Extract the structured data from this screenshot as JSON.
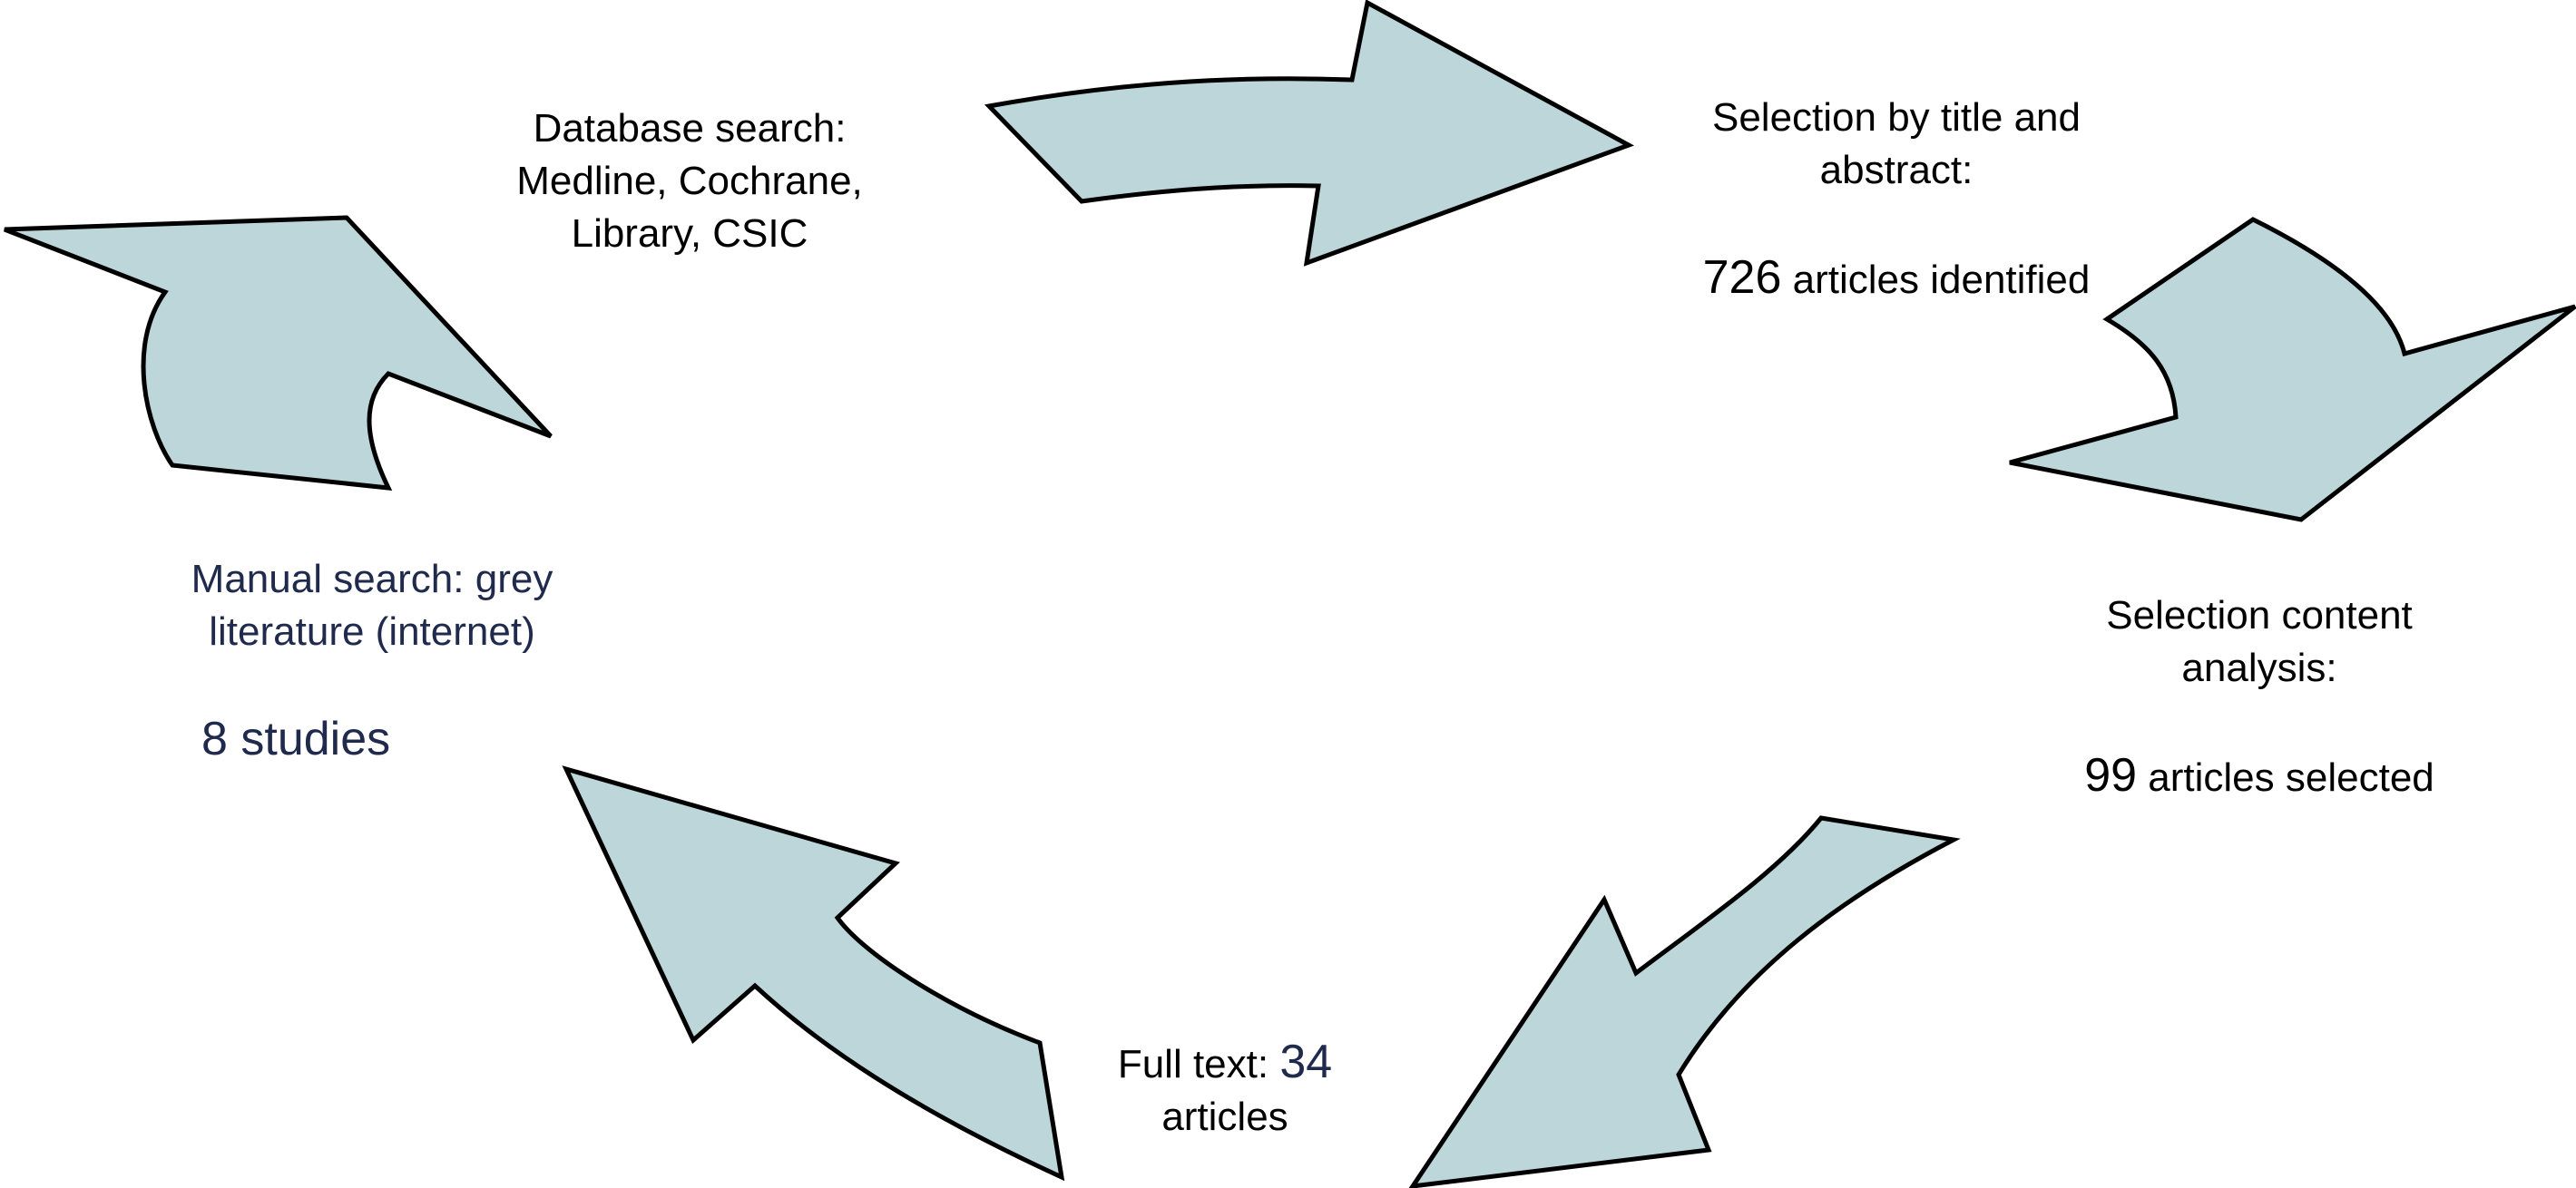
{
  "colors": {
    "arrow_fill": "#bcd6da",
    "arrow_stroke": "#000000",
    "text": "#000000",
    "accent_text": "#1f2a4d"
  },
  "steps": {
    "database_search": {
      "lines": [
        "Database search:",
        "Medline, Cochrane,",
        "Library, CSIC"
      ]
    },
    "title_abstract": {
      "lines": [
        "Selection by title and",
        "abstract:"
      ],
      "count": "726",
      "count_text": " articles identified"
    },
    "content_analysis": {
      "lines": [
        "Selection content",
        "analysis:"
      ],
      "count": "99",
      "count_text": " articles selected"
    },
    "full_text": {
      "prefix": "Full text: ",
      "count": "34",
      "suffix": "articles"
    },
    "manual_search": {
      "lines": [
        "Manual search: grey",
        "literature (internet)"
      ],
      "count_text": "8 studies"
    }
  }
}
